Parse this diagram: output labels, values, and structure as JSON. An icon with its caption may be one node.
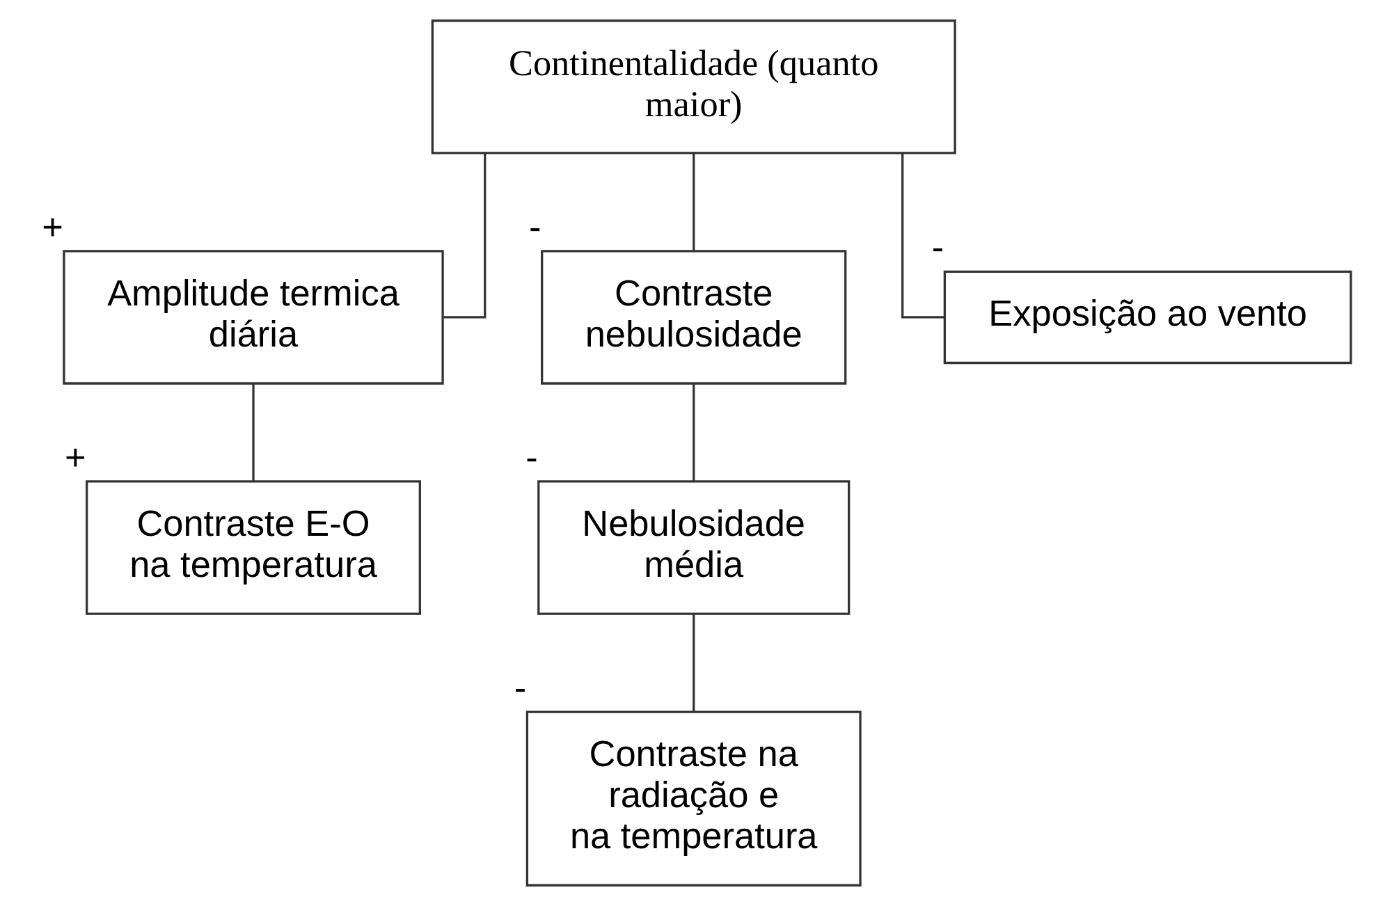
{
  "diagram": {
    "nodes": [
      {
        "text": [
          "Continentalidade (quanto maior)"
        ]
      },
      {
        "text": [
          "Amplitude termica diária"
        ],
        "beside": [
          "+"
        ]
      },
      {
        "text": [
          "Contraste nebulosidade"
        ],
        "beside": [
          "-"
        ]
      },
      {
        "text": [
          "Exposição ao vento"
        ],
        "beside": [
          "-"
        ]
      },
      {
        "text": [
          "Contraste E-O na temperatura"
        ],
        "beside": [
          "+"
        ]
      },
      {
        "text": [
          "Nebulosidade média"
        ],
        "beside": [
          "-"
        ]
      },
      {
        "text": [
          "Contraste na radiação e na temperatura"
        ],
        "beside": [
          "-"
        ]
      }
    ],
    "edges": [
      {
        "from": 0,
        "to": 1,
        "arrow": "none"
      },
      {
        "from": 0,
        "to": 2,
        "arrow": "none"
      },
      {
        "from": 0,
        "to": 3,
        "arrow": "none"
      },
      {
        "from": 1,
        "to": 4,
        "arrow": "none"
      },
      {
        "from": 2,
        "to": 5,
        "arrow": "none"
      },
      {
        "from": 5,
        "to": 6,
        "arrow": "none"
      }
    ]
  }
}
